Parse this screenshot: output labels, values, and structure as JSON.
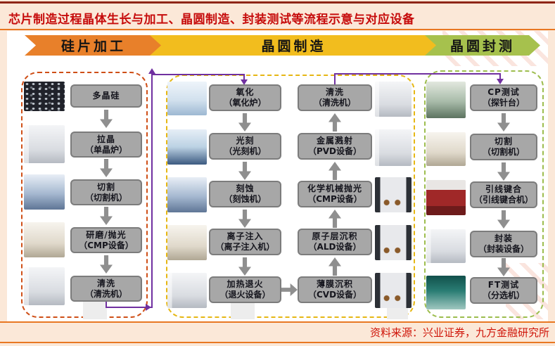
{
  "title": "芯片制造过程晶体生长与加工、晶圆制造、封装测试等流程示意与对应设备",
  "source": "资料来源：兴业证券，九方金融研究所",
  "colors": {
    "title_red": "#c60b0b",
    "top_border": "#8e2517",
    "divider_orange": "#e87722",
    "banner_silicon": "#e8802a",
    "banner_wafer": "#f2bd1e",
    "banner_package": "#a6c14d",
    "section_border_silicon": "#cf4f17",
    "section_border_wafer": "#e6b714",
    "section_border_package": "#9dbd4e",
    "process_box_gray": "#a7a7a7",
    "flow_arrow_gray": "#8f8f8f",
    "connector_purple": "#7030a0",
    "source_red": "#cf1408"
  },
  "banners": [
    {
      "label": "硅片加工"
    },
    {
      "label": "晶圆制造"
    },
    {
      "label": "晶圆封测"
    }
  ],
  "sections": {
    "silicon": {
      "steps": [
        {
          "name": "多晶硅",
          "device": ""
        },
        {
          "name": "拉晶",
          "device": "（单晶炉）"
        },
        {
          "name": "切割",
          "device": "（切割机）"
        },
        {
          "name": "研磨/抛光",
          "device": "（CMP设备）"
        },
        {
          "name": "清洗",
          "device": "（清洗机）"
        }
      ]
    },
    "wafer_left": {
      "steps": [
        {
          "name": "氧化",
          "device": "（氧化炉）"
        },
        {
          "name": "光刻",
          "device": "（光刻机）"
        },
        {
          "name": "刻蚀",
          "device": "（刻蚀机）"
        },
        {
          "name": "离子注入",
          "device": "（离子注入机）"
        },
        {
          "name": "加热退火",
          "device": "（退火设备）"
        }
      ]
    },
    "wafer_right": {
      "steps": [
        {
          "name": "清洗",
          "device": "（清洗机）"
        },
        {
          "name": "金属溅射",
          "device": "（PVD设备）"
        },
        {
          "name": "化学机械抛光",
          "device": "（CMP设备）"
        },
        {
          "name": "原子层沉积",
          "device": "（ALD设备）"
        },
        {
          "name": "薄膜沉积",
          "device": "（CVD设备）"
        }
      ]
    },
    "package": {
      "steps": [
        {
          "name": "CP测试",
          "device": "（探针台）"
        },
        {
          "name": "切割",
          "device": "（切割机）"
        },
        {
          "name": "引线键合",
          "device": "（引线键合机）"
        },
        {
          "name": "封装",
          "device": "（封装设备）"
        },
        {
          "name": "FT测试",
          "device": "（分选机）"
        }
      ]
    }
  }
}
